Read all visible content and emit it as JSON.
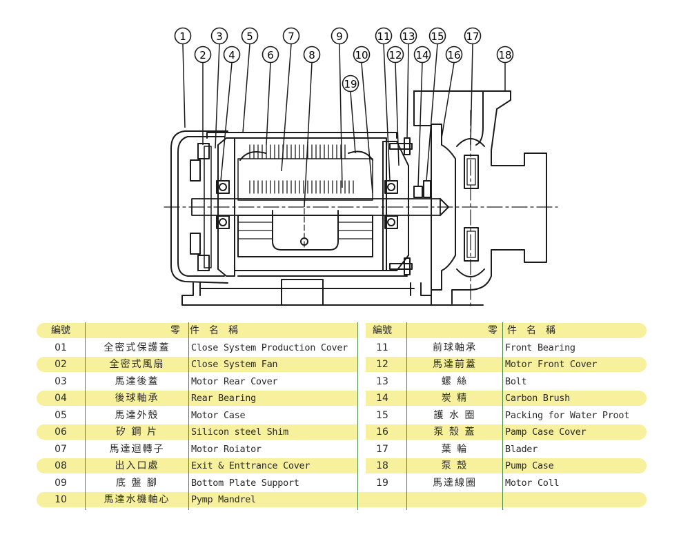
{
  "colors": {
    "band": "#f7f09d",
    "rule": "#4a8a4a",
    "ink": "#1a1a1a"
  },
  "callouts": [
    {
      "no": "1"
    },
    {
      "no": "2"
    },
    {
      "no": "3"
    },
    {
      "no": "4"
    },
    {
      "no": "5"
    },
    {
      "no": "6"
    },
    {
      "no": "7"
    },
    {
      "no": "8"
    },
    {
      "no": "9"
    },
    {
      "no": "10"
    },
    {
      "no": "11"
    },
    {
      "no": "12"
    },
    {
      "no": "13"
    },
    {
      "no": "14"
    },
    {
      "no": "15"
    },
    {
      "no": "16"
    },
    {
      "no": "17"
    },
    {
      "no": "18"
    },
    {
      "no": "19"
    }
  ],
  "table": {
    "header": {
      "no_label": "編號",
      "name_label": "零件名稱"
    },
    "rows": [
      {
        "left": {
          "no": "01",
          "zh": "全密式保護蓋",
          "en": "Close System Production Cover"
        },
        "right": {
          "no": "11",
          "zh": "前球軸承",
          "en": "Front Bearing"
        }
      },
      {
        "left": {
          "no": "02",
          "zh": "全密式風扇",
          "en": "Close System Fan"
        },
        "right": {
          "no": "12",
          "zh": "馬達前蓋",
          "en": "Motor Front Cover"
        }
      },
      {
        "left": {
          "no": "03",
          "zh": "馬達後蓋",
          "en": "Motor Rear Cover"
        },
        "right": {
          "no": "13",
          "zh": "螺 絲",
          "en": "Bolt"
        }
      },
      {
        "left": {
          "no": "04",
          "zh": "後球軸承",
          "en": "Rear Bearing"
        },
        "right": {
          "no": "14",
          "zh": "炭 精",
          "en": "Carbon Brush"
        }
      },
      {
        "left": {
          "no": "05",
          "zh": "馬達外殼",
          "en": "Motor Case"
        },
        "right": {
          "no": "15",
          "zh": "護 水 圈",
          "en": "Packing for Water Proot"
        }
      },
      {
        "left": {
          "no": "06",
          "zh": "矽 鋼 片",
          "en": "Silicon steel Shim"
        },
        "right": {
          "no": "16",
          "zh": "泵 殼 蓋",
          "en": "Pamp Case Cover"
        }
      },
      {
        "left": {
          "no": "07",
          "zh": "馬達迴轉子",
          "en": "Motor Roiator"
        },
        "right": {
          "no": "17",
          "zh": "葉 輪",
          "en": "Blader"
        }
      },
      {
        "left": {
          "no": "08",
          "zh": "出入口處",
          "en": "Exit & Enttrance Cover"
        },
        "right": {
          "no": "18",
          "zh": "泵 殼",
          "en": "Pump Case"
        }
      },
      {
        "left": {
          "no": "09",
          "zh": "底 盤 腳",
          "en": "Bottom Plate Support"
        },
        "right": {
          "no": "19",
          "zh": "馬達線圈",
          "en": "Motor Coll"
        }
      },
      {
        "left": {
          "no": "10",
          "zh": "馬達水機軸心",
          "en": "Pymp Mandrel"
        },
        "right": {
          "no": "",
          "zh": "",
          "en": ""
        }
      }
    ]
  }
}
